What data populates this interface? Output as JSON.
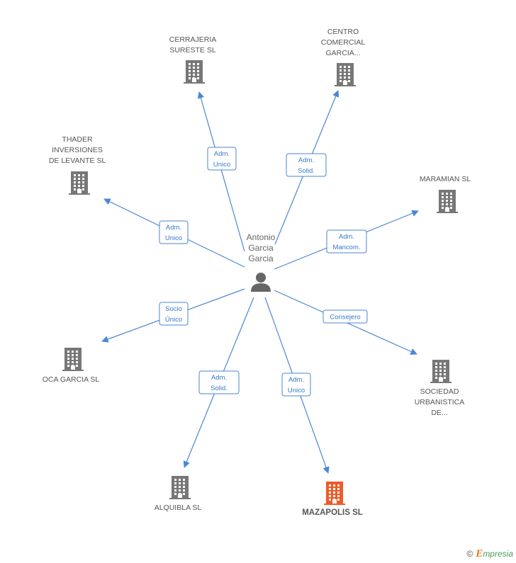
{
  "colors": {
    "edge": "#4a86d6",
    "building": "#777777",
    "highlight": "#f05a28",
    "person": "#666666"
  },
  "person": {
    "lines": [
      "Antonio",
      "Garcia",
      "Garcia"
    ],
    "icon": "person-icon"
  },
  "nodes": [
    {
      "id": "cerrajeria",
      "lines": [
        "CERRAJERIA",
        "SURESTE SL"
      ],
      "highlight": false,
      "icon": "building-icon"
    },
    {
      "id": "centro",
      "lines": [
        "CENTRO",
        "COMERCIAL",
        "GARCIA..."
      ],
      "highlight": false,
      "icon": "building-icon"
    },
    {
      "id": "thader",
      "lines": [
        "THADER",
        "INVERSIONES",
        "DE LEVANTE SL"
      ],
      "highlight": false,
      "icon": "building-icon"
    },
    {
      "id": "maramian",
      "lines": [
        "MARAMIAN SL"
      ],
      "highlight": false,
      "icon": "building-icon"
    },
    {
      "id": "oca",
      "lines": [
        "OCA GARCIA SL"
      ],
      "highlight": false,
      "icon": "building-icon"
    },
    {
      "id": "sociedad",
      "lines": [
        "SOCIEDAD",
        "URBANISTICA",
        "DE..."
      ],
      "highlight": false,
      "icon": "building-icon"
    },
    {
      "id": "alquibla",
      "lines": [
        "ALQUIBLA SL"
      ],
      "highlight": false,
      "icon": "building-icon"
    },
    {
      "id": "mazapolis",
      "lines": [
        "MAZAPOLIS SL"
      ],
      "highlight": true,
      "icon": "building-icon"
    }
  ],
  "edges": [
    {
      "to": "cerrajeria",
      "label": [
        "Adm.",
        "Unico"
      ]
    },
    {
      "to": "centro",
      "label": [
        "Adm.",
        "Solid."
      ]
    },
    {
      "to": "thader",
      "label": [
        "Adm.",
        "Unico"
      ]
    },
    {
      "to": "maramian",
      "label": [
        "Adm.",
        "Mancom."
      ]
    },
    {
      "to": "oca",
      "label": [
        "Socio",
        "Único"
      ]
    },
    {
      "to": "sociedad",
      "label": [
        "Consejero"
      ]
    },
    {
      "to": "alquibla",
      "label": [
        "Adm.",
        "Solid."
      ]
    },
    {
      "to": "mazapolis",
      "label": [
        "Adm.",
        "Unico"
      ]
    }
  ],
  "footer": {
    "copyright": "©",
    "brand_initial": "E",
    "brand_rest": "mpresia"
  }
}
